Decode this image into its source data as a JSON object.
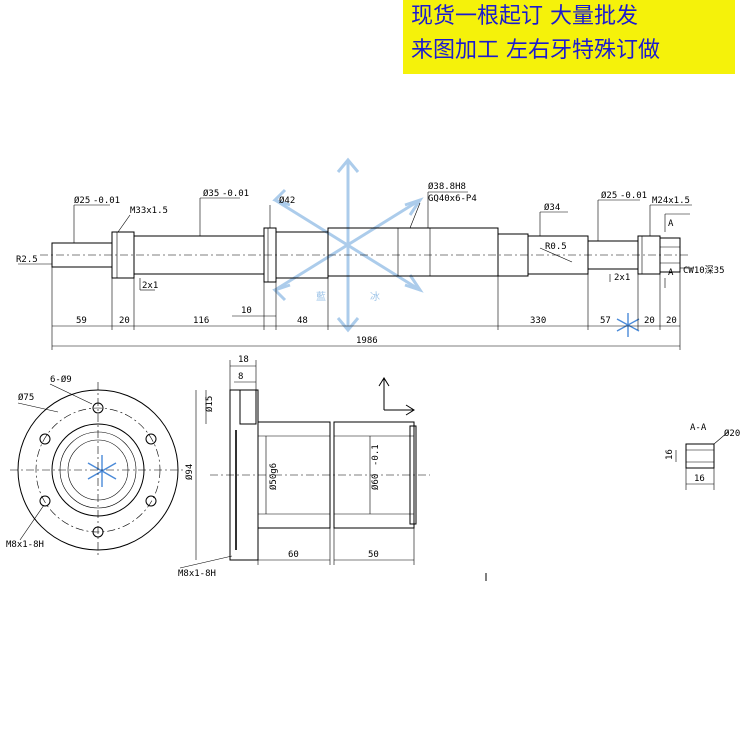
{
  "banner": {
    "line1": "现货一根起订  大量批发",
    "line2": "来图加工  左右牙特殊订做",
    "background": "#f5f20a",
    "text_color": "#1b1bd0"
  },
  "watermark": {
    "char1": "藍",
    "char2": "冰",
    "color": "#9ec4e8"
  },
  "shaft": {
    "labels": {
      "d25_left": "Ø25",
      "d25_left_tol": "-0.01",
      "m33": "M33x1.5",
      "d35": "Ø35",
      "d35_tol": "-0.01",
      "d42": "Ø42",
      "d38": "Ø38.8H8",
      "gq": "GQ40x6-P4",
      "d34": "Ø34",
      "d25_right": "Ø25",
      "d25_right_tol": "-0.01",
      "m24": "M24x1.5",
      "r25": "R2.5",
      "r05": "R0.5",
      "chamfer_left": "2x1",
      "chamfer_right": "2x1",
      "cw": "CW10深35",
      "section_a_top": "A",
      "section_a_bottom": "A"
    },
    "dimensions": {
      "d59": "59",
      "d20a": "20",
      "d116": "116",
      "d10": "10",
      "d48": "48",
      "d330": "330",
      "d57": "57",
      "d20b": "20",
      "d20c": "20",
      "total": "1986"
    }
  },
  "flange_front": {
    "holes": "6-Ø9",
    "pcd": "Ø75",
    "thread": "M8x1-8H"
  },
  "nut_side": {
    "d18": "18",
    "d8": "8",
    "d15": "Ø15",
    "d94": "Ø94",
    "d50": "Ø50g6",
    "d60": "Ø60",
    "d60_tol": "-0.1",
    "len60": "60",
    "len50": "50",
    "thread": "M8x1-8H"
  },
  "section": {
    "title": "A-A",
    "dia": "Ø20",
    "w": "16",
    "h": "16"
  }
}
